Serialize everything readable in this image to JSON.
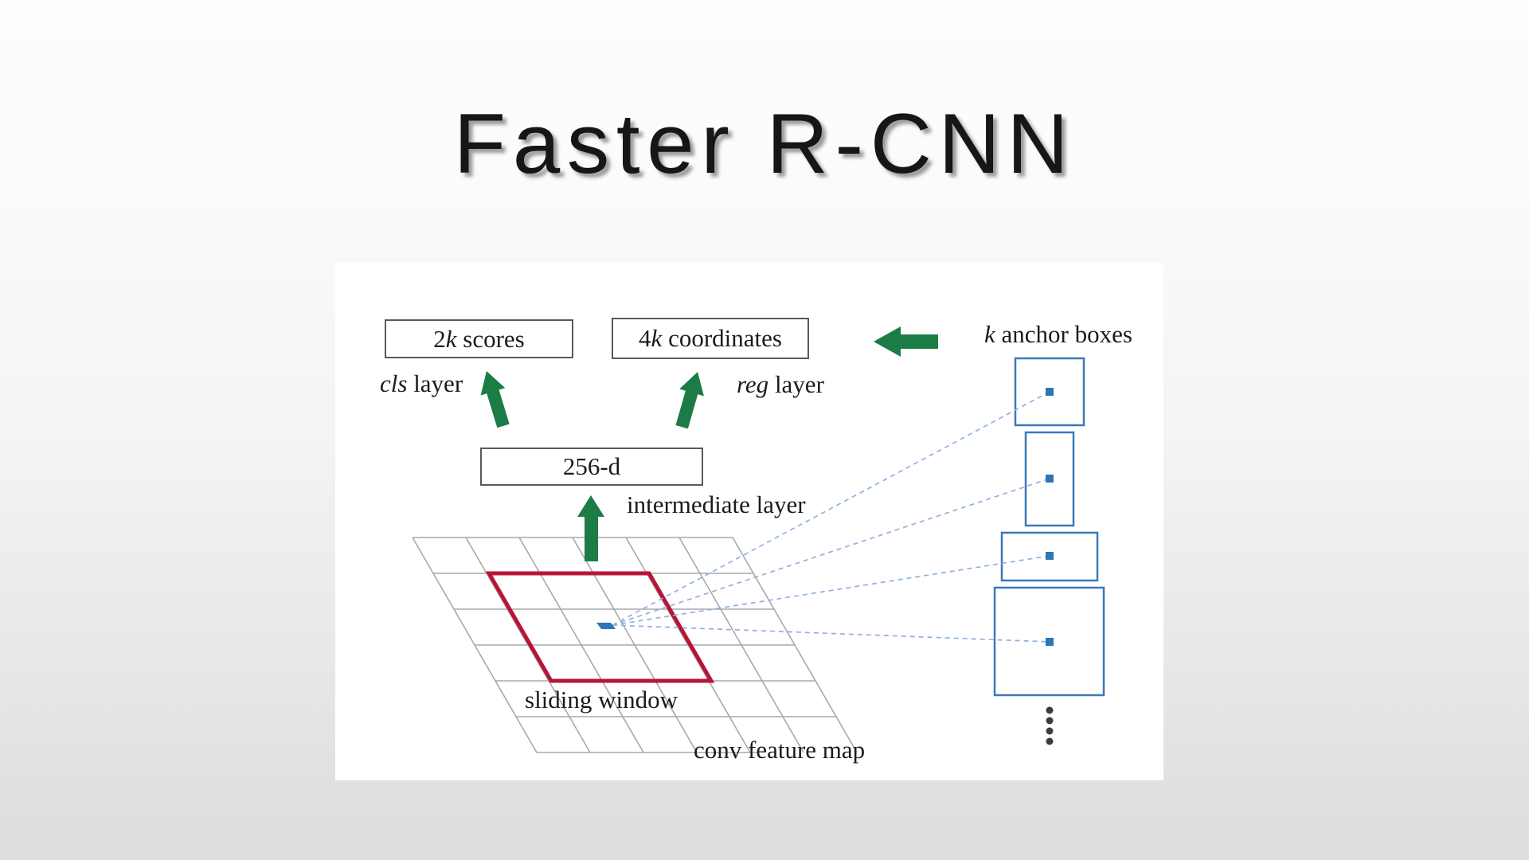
{
  "title": "Faster R-CNN",
  "diagram": {
    "score_box": {
      "pre": "2",
      "italic": "k",
      "post": " scores"
    },
    "coord_box": {
      "pre": "4",
      "italic": "k",
      "post": " coordinates"
    },
    "dim_box": "256-d",
    "cls_label": {
      "italic": "cls",
      "post": " layer"
    },
    "reg_label": {
      "italic": "reg",
      "post": " layer"
    },
    "intermediate_label": "intermediate layer",
    "sliding_window_label": "sliding window",
    "conv_feature_map_label": "conv feature map",
    "anchor_label": {
      "italic": "k",
      "post": " anchor boxes"
    }
  },
  "colors": {
    "green": "#1b7d45",
    "red": "#b81437",
    "anchor_box_blue": "#3c79b8",
    "dot_blue": "#2e75b6",
    "dash_blue": "#8fb2de",
    "grid_gray": "#a9a9a9",
    "ellipsis_gray": "#3d3d3d"
  }
}
